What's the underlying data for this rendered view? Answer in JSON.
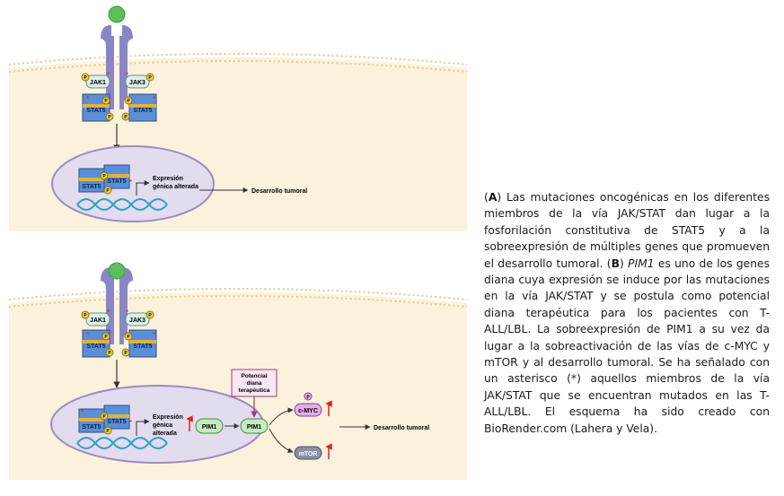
{
  "panel_a": {
    "jak1": "JAK1",
    "jak3": "JAK3",
    "stat5_left": "STAT5",
    "stat5_right": "STAT5",
    "p": "P",
    "nucleus_stat5_a": "STAT5",
    "nucleus_stat5_b": "STAT5",
    "expression_line1": "Expresión",
    "expression_line2": "génica alterada",
    "outcome": "Desarrollo tumoral"
  },
  "panel_b": {
    "jak1": "JAK1",
    "jak3": "JAK3",
    "stat5_left": "STAT5",
    "stat5_right": "STAT5",
    "p": "P",
    "nucleus_stat5_a": "STAT5",
    "nucleus_stat5_b": "STAT5",
    "expression_line1": "Expresión",
    "expression_line2": "génica",
    "expression_line3": "alterada",
    "pim1_nuclear": "PIM1",
    "pim1_protein": "PIM1",
    "target_line1": "Potencial",
    "target_line2": "diana",
    "target_line3": "terapéutica",
    "cmyc": "c-MYC",
    "mtor": "mTOR",
    "outcome": "Desarrollo tumoral"
  },
  "caption": {
    "open_a": "(",
    "label_a": "A",
    "text_a": ") Las mutaciones oncogénicas en los diferentes miembros de la vía JAK/STAT dan lugar a la fosforilación constitutiva de STAT5 y a la sobreexpresión de múltiples genes que promueven el desarrollo tumoral. (",
    "label_b": "B",
    "text_b1": ") ",
    "gene": "PIM1",
    "text_b2": " es uno de los genes diana cuya expresión se induce por las mutaciones en la vía JAK/STAT y se postula como potencial diana terapéutica para los pacientes con T-ALL/LBL. La sobreexpresión de PIM1 a su vez da lugar a la sobreactivación de las vías de c-MYC y mTOR y al desarrollo tumoral. Se ha señalado con un asterisco (*) aquellos miembros de la vía JAK/STAT que se encuentran mutados en las T-ALL/LBL. El esquema ha sido creado con BioRender.com (Lahera y Vela)."
  },
  "colors": {
    "cell_bg": "#fcf2dc",
    "membrane": "#e8c88c",
    "receptor": "#8a86c6",
    "ligand": "#5cbf5c",
    "jak_fill": "#dcefe9",
    "stat5_fill": "#5a8fd8",
    "stat5_band": "#e2b23a",
    "phospho": "#f3d44a",
    "nucleus": "#e3dcef",
    "dna": "#2aa0c8",
    "pim1_fill": "#c6ebc0",
    "cmyc_fill": "#e2aee6",
    "mtor_fill": "#8b8fa6",
    "target_fill": "#f7e6f3",
    "target_border": "#a3357a",
    "mutation_star": "#e02020",
    "up_arrow": "#e02020"
  }
}
